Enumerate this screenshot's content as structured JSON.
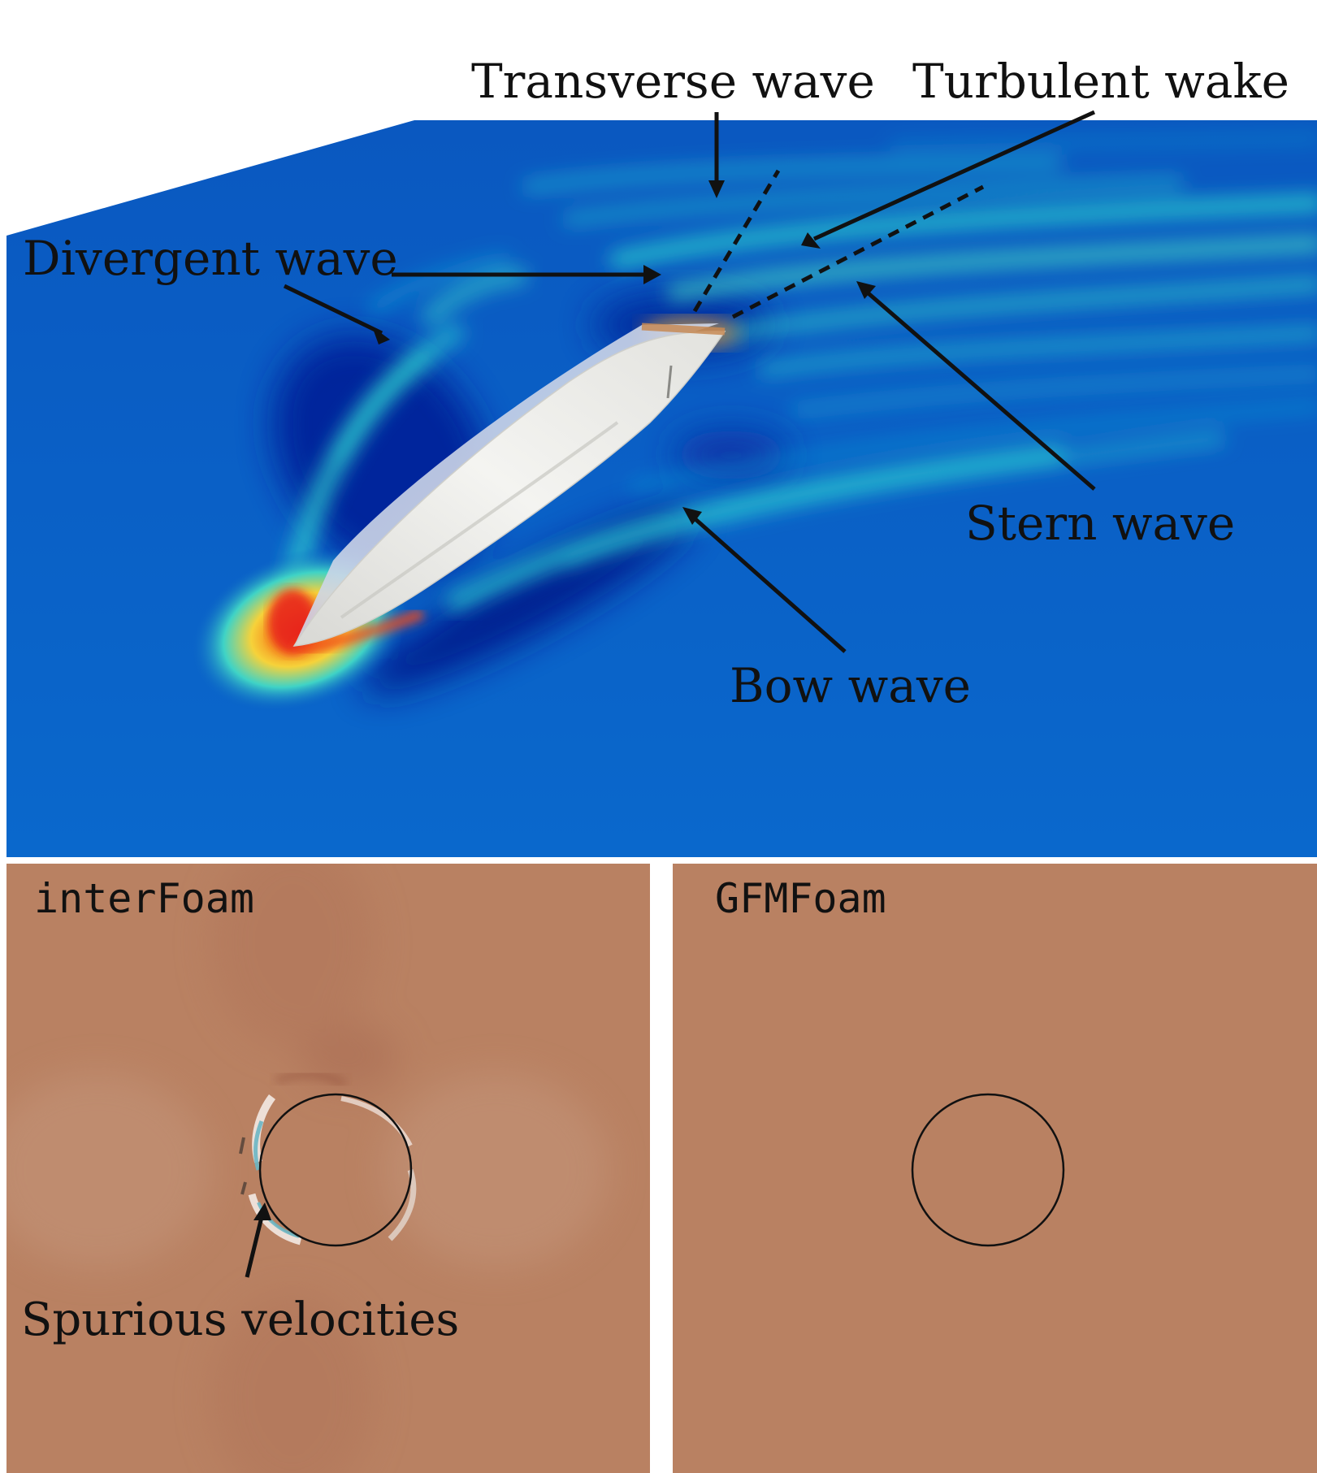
{
  "top_panel": {
    "labels": {
      "transverse": "Transverse wave",
      "turbulent": "Turbulent wake",
      "divergent": "Divergent wave",
      "stern": "Stern wave",
      "bow": "Bow wave"
    }
  },
  "bottom_panels": {
    "left_title": "interFoam",
    "left_annotation": "Spurious velocities",
    "right_title": "GFMFoam"
  },
  "colors": {
    "water_base": "#0a5fc4",
    "water_deep": "#02239a",
    "crest_cyan": "#28d6d6",
    "crest_green": "#8fe08a",
    "bow_red": "#e23a1e",
    "bow_yellow": "#f6d23a",
    "hull": "#eeeeea",
    "field_brown": "#b98162",
    "field_light": "#c49478",
    "annotation": "#111111"
  }
}
